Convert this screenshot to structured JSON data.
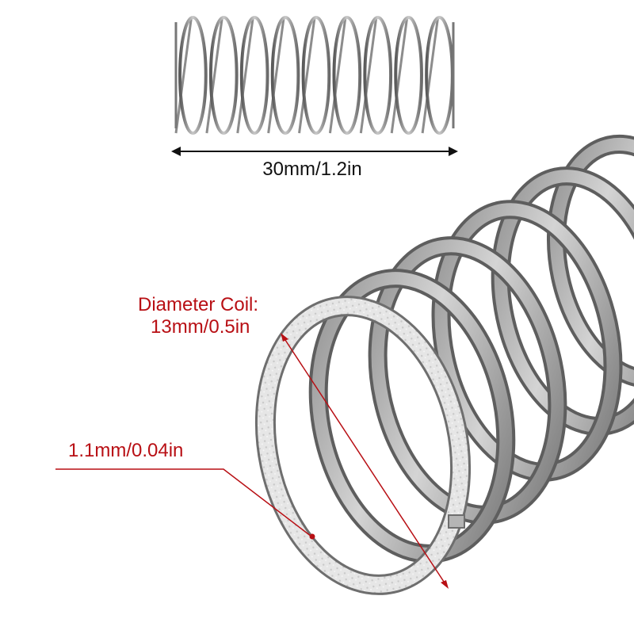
{
  "length_dimension": "30mm/1.2in",
  "coil_diameter": {
    "line1": "Diameter Coil:",
    "line2": "13mm/0.5in"
  },
  "wire_diameter": "1.1mm/0.04in",
  "colors": {
    "annotation": "#b80f14",
    "dimension_text": "#111111",
    "steel_dark": "#5e5e5e",
    "steel_mid": "#9a9a9a",
    "steel_light": "#d8d8d8",
    "background": "#ffffff"
  }
}
